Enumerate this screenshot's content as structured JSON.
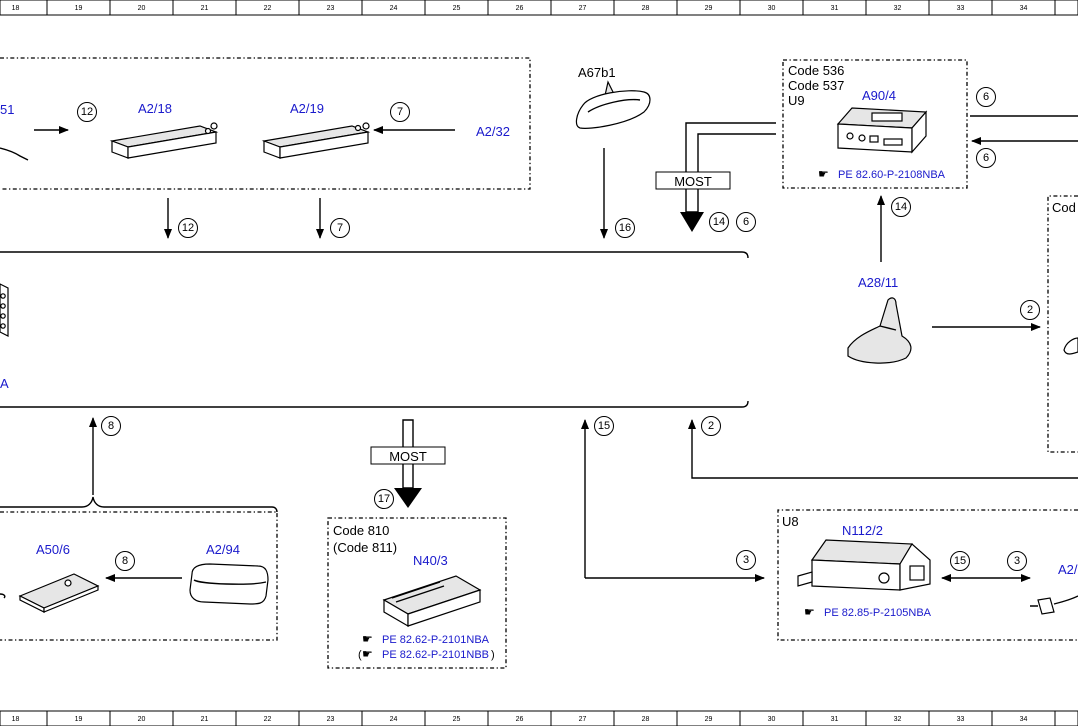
{
  "ruler": {
    "columns": [
      "18",
      "19",
      "20",
      "21",
      "22",
      "23",
      "24",
      "25",
      "26",
      "27",
      "28",
      "29",
      "30",
      "31",
      "32",
      "33",
      "34"
    ]
  },
  "components": {
    "a51": "51",
    "a2_18": "A2/18",
    "a2_19": "A2/19",
    "a2_32": "A2/32",
    "a67b1": "A67b1",
    "a90_4": "A90/4",
    "a28_11": "A28/11",
    "a50_6": "A50/6",
    "a2_94": "A2/94",
    "n40_3": "N40/3",
    "n112_2": "N112/2",
    "a2_cut": "A2/",
    "left_a": "A"
  },
  "boxes": {
    "a90_codes": [
      "Code 536",
      "Code 537",
      "U9"
    ],
    "n40_codes": [
      "Code 810",
      "(Code 811)"
    ],
    "n112_code": "U8",
    "right_code": "Cod"
  },
  "buses": {
    "most_top": "MOST",
    "most_bottom": "MOST"
  },
  "references": {
    "a90_4": "PE 82.60-P-2108NBA",
    "n40_3_a": "PE 82.62-P-2101NBA",
    "n40_3_b_open": "(",
    "n40_3_b": "PE 82.62-P-2101NBB",
    "n40_3_b_close": ")",
    "n112_2": "PE 82.85-P-2105NBA"
  },
  "signals": {
    "s12_top": "12",
    "s7_top": "7",
    "s12_down": "12",
    "s7_down": "7",
    "s16": "16",
    "s14_most": "14",
    "s6_most": "6",
    "s6_right_a": "6",
    "s6_right_b": "6",
    "s14_a28": "14",
    "s2_right": "2",
    "s8_up": "8",
    "s8_left": "8",
    "s17": "17",
    "s15_up": "15",
    "s2_up": "2",
    "s3_left": "3",
    "s15_right": "15",
    "s3_right": "3"
  },
  "colors": {
    "component_label": "#1a1acc",
    "line": "#000000"
  }
}
